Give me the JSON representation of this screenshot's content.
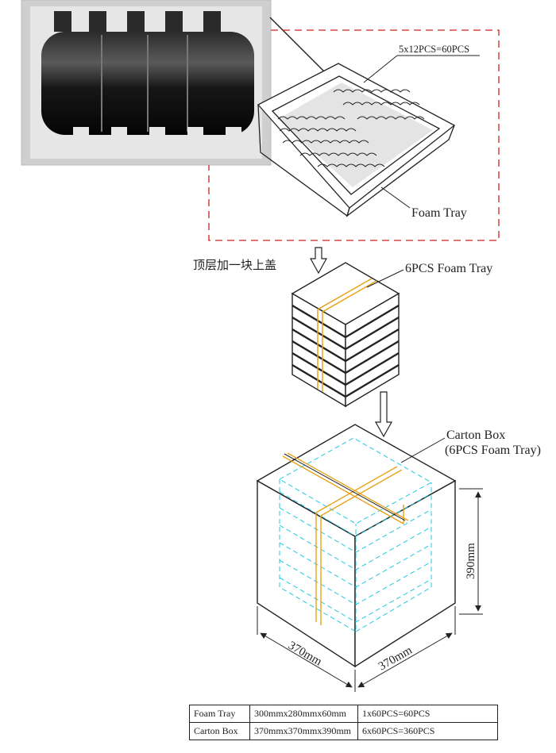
{
  "photo": {
    "subject": "black cylindrical parts seated in white foam tray"
  },
  "labels": {
    "tray_count": "5x12PCS=60PCS",
    "foam_tray": "Foam Tray",
    "top_cover_note": "顶层加一块上盖",
    "stack": "6PCS Foam Tray",
    "carton_line1": "Carton Box",
    "carton_line2": "(6PCS Foam Tray)"
  },
  "dimensions": {
    "height": "390mm",
    "width": "370mm",
    "depth": "370mm"
  },
  "spec_table": {
    "rows": [
      {
        "name": "Foam Tray",
        "size": "300mmx280mmx60mm",
        "qty": "1x60PCS=60PCS"
      },
      {
        "name": "Carton Box",
        "size": "370mmx370mmx390mm",
        "qty": "6x60PCS=360PCS"
      }
    ]
  },
  "colors": {
    "callout_box": "#cc2222",
    "strap": "#e8a21a",
    "inner_dashed": "#22c8e0",
    "line": "#222222"
  }
}
